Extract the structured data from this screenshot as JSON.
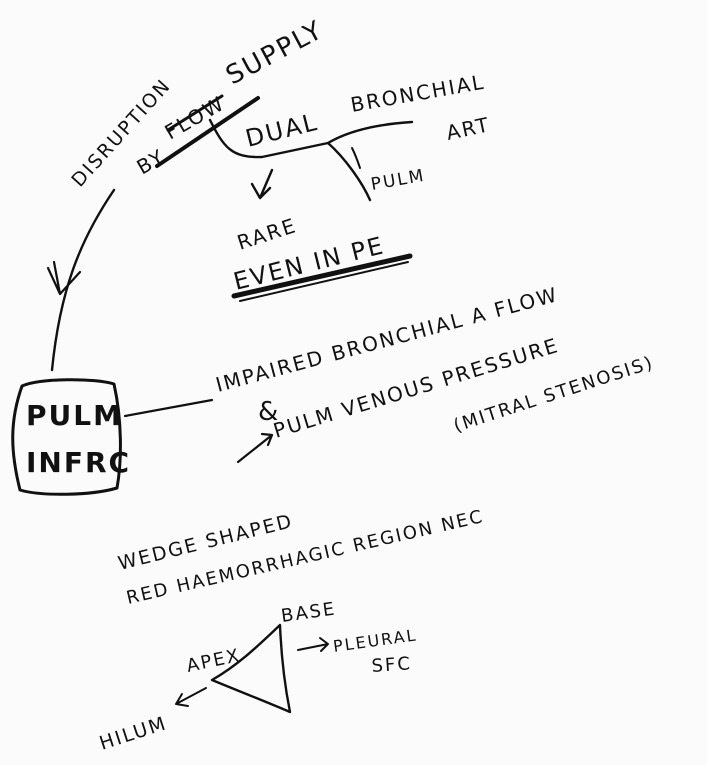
{
  "notes": {
    "disruption": "DISRUPTION",
    "by": "BY",
    "struck_word": "FLOW",
    "supply": "SUPPLY",
    "dual": "DUAL",
    "bronchial": "BRONCHIAL",
    "art": "ART",
    "pulm_branch": "PULM",
    "rare": "RARE",
    "even_in_pe": "EVEN IN PE",
    "pulm_infarct_line1": "PULM",
    "pulm_infarct_line2": "INFRC",
    "impaired": "IMPAIRED BRONCHIAL A FLOW",
    "ampersand": "&",
    "pulm_venous": "PULM VENOUS PRESSURE",
    "mitral": "(MITRAL STENOSIS)",
    "wedge_shaped": "WEDGE SHAPED",
    "haemorrhagic": "RED HAEMORRHAGIC REGION NEC",
    "apex": "APEX",
    "base": "BASE",
    "pleural": "PLEURAL",
    "sfc": "SFC",
    "hilum": "HILUM"
  },
  "colors": {
    "ink": "#111111",
    "paper": "#fbfbfb"
  }
}
